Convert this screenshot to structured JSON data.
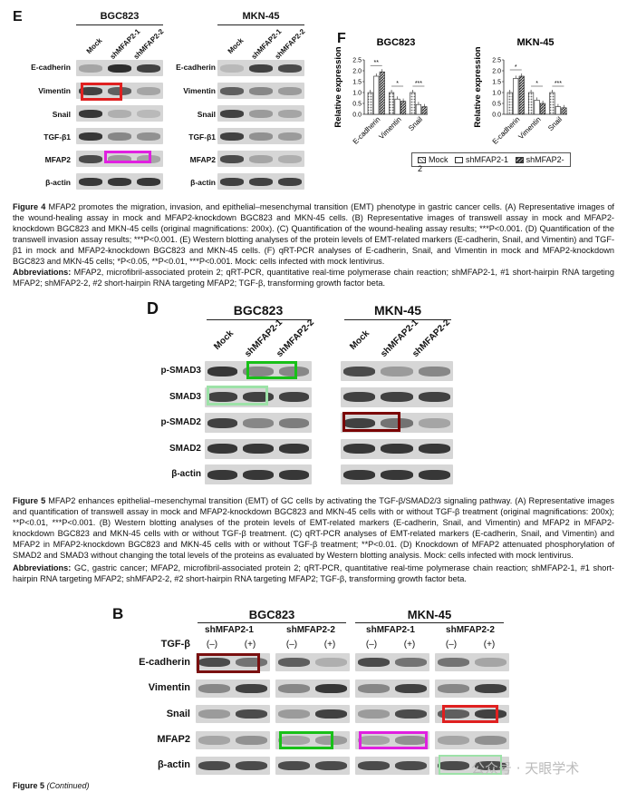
{
  "fig4": {
    "panel_e": "E",
    "panel_f": "F",
    "cells": [
      "BGC823",
      "MKN-45"
    ],
    "lanes": [
      "Mock",
      "shMFAP2-1",
      "shMFAP2-2"
    ],
    "markers": [
      "E-cadherin",
      "Vimentin",
      "Snail",
      "TGF-β1",
      "MFAP2",
      "β-actin"
    ],
    "caption": "MFAP2 promotes the migration, invasion, and epithelial–mesenchymal transition (EMT) phenotype in gastric cancer cells. (A) Representative images of the wound-healing assay in mock and MFAP2-knockdown BGC823 and MKN-45 cells. (B) Representative images of transwell assay in mock and MFAP2-knockdown BGC823 and MKN-45 cells (original magnifications: 200x). (C) Quantification of the wound-healing assay results; ***P<0.001. (D) Quantification of the transwell invasion assay results; ***P<0.001. (E) Western blotting analyses of the protein levels of EMT-related markers (E-cadherin, Snail, and Vimentin) and TGF-β1 in mock and MFAP2-knockdown BGC823 and MKN-45 cells. (F) qRT-PCR analyses of E-cadherin, Snail, and Vimentin in mock and MFAP2-knockdown BGC823 and MKN-45 cells; *P<0.05, **P<0.01, ***P<0.001. Mock: cells infected with mock lentivirus.",
    "caption_label": "Figure 4",
    "abbr_label": "Abbreviations:",
    "abbr": "MFAP2, microfibril-associated protein 2; qRT-PCR, quantitative real-time polymerase chain reaction; shMFAP2-1, #1 short-hairpin RNA targeting MFAP2; shMFAP2-2, #2 short-hairpin RNA targeting MFAP2; TGF-β, transforming growth factor beta."
  },
  "chart_data": [
    {
      "type": "bar",
      "title": "BGC823",
      "ylabel": "Relative expression",
      "categories": [
        "E-cadherin",
        "Vimentin",
        "Snail"
      ],
      "ylim": [
        0,
        2.5
      ],
      "yticks": [
        "0.0",
        "0.5",
        "1.0",
        "1.5",
        "2.0",
        "2.5"
      ],
      "series": [
        {
          "name": "Mock",
          "values": [
            1.0,
            1.0,
            1.0
          ]
        },
        {
          "name": "shMFAP2-1",
          "values": [
            1.75,
            0.7,
            0.45
          ]
        },
        {
          "name": "shMFAP2-2",
          "values": [
            1.95,
            0.6,
            0.35
          ]
        }
      ],
      "annotations": [
        "**",
        "*",
        "***"
      ]
    },
    {
      "type": "bar",
      "title": "MKN-45",
      "ylabel": "Relative expression",
      "categories": [
        "E-cadherin",
        "Vimentin",
        "Snail"
      ],
      "ylim": [
        0,
        2.5
      ],
      "yticks": [
        "0.0",
        "0.5",
        "1.0",
        "1.5",
        "2.0",
        "2.5"
      ],
      "series": [
        {
          "name": "Mock",
          "values": [
            1.0,
            1.0,
            1.0
          ]
        },
        {
          "name": "shMFAP2-1",
          "values": [
            1.65,
            0.65,
            0.35
          ]
        },
        {
          "name": "shMFAP2-2",
          "values": [
            1.75,
            0.5,
            0.3
          ]
        }
      ],
      "annotations": [
        "*",
        "*",
        "***"
      ]
    }
  ],
  "legend": [
    "Mock",
    "shMFAP2-1",
    "shMFAP2-2"
  ],
  "fig5": {
    "panel_d": "D",
    "cells": [
      "BGC823",
      "MKN-45"
    ],
    "lanes": [
      "Mock",
      "shMFAP2-1",
      "shMFAP2-2"
    ],
    "markers": [
      "p-SMAD3",
      "SMAD3",
      "p-SMAD2",
      "SMAD2",
      "β-actin"
    ],
    "caption_label": "Figure 5",
    "caption": "MFAP2 enhances epithelial–mesenchymal transition (EMT) of GC cells by activating the TGF-β/SMAD2/3 signaling pathway. (A) Representative images and quantification of transwell assay in mock and MFAP2-knockdown BGC823 and MKN-45 cells with or without TGF-β treatment (original magnifications: 200x); **P<0.01, ***P<0.001. (B) Western blotting analyses of the protein levels of EMT-related markers (E-cadherin, Snail, and Vimentin) and MFAP2 in MFAP2-knockdown BGC823 and MKN-45 cells with or without TGF-β treatment. (C) qRT-PCR analyses of EMT-related markers (E-cadherin, Snail, and Vimentin) and MFAP2 in MFAP2-knockdown BGC823 and MKN-45 cells with or without TGF-β treatment; **P<0.01. (D) Knockdown of MFAP2 attenuated phosphorylation of SMAD2 and SMAD3 without changing the total levels of the proteins as evaluated by Western blotting analysis. Mock: cells infected with mock lentivirus.",
    "abbr_label": "Abbreviations:",
    "abbr": "GC, gastric cancer; MFAP2, microfibril-associated protein 2; qRT-PCR, quantitative real-time polymerase chain reaction; shMFAP2-1, #1 short-hairpin RNA targeting MFAP2; shMFAP2-2, #2 short-hairpin RNA targeting MFAP2; TGF-β, transforming growth factor beta."
  },
  "fig5b": {
    "panel_b": "B",
    "cells": [
      "BGC823",
      "MKN-45"
    ],
    "groups": [
      "shMFAP2-1",
      "shMFAP2-2",
      "shMFAP2-1",
      "shMFAP2-2"
    ],
    "tgf_label": "TGF-β",
    "tgf_states": [
      "(–)",
      "(+)"
    ],
    "markers": [
      "E-cadherin",
      "Vimentin",
      "Snail",
      "MFAP2",
      "β-actin"
    ]
  },
  "footer": "Figure 5",
  "footer_note": "(Continued)",
  "watermark": "公众号 · 天眼学术"
}
